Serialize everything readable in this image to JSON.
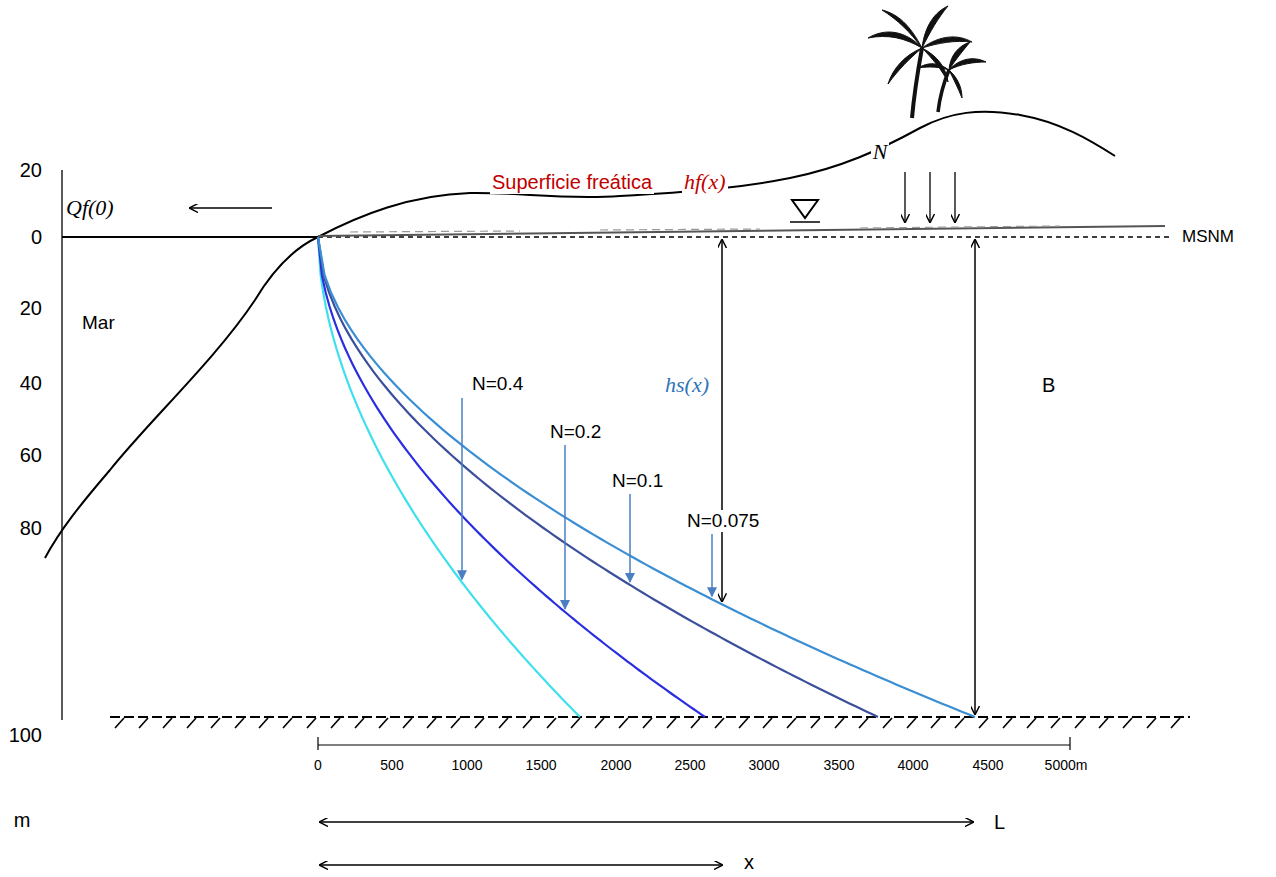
{
  "diagram": {
    "labels": [
      "20",
      "0",
      "20",
      "40",
      "60",
      "80",
      "100",
      "Qf(0)",
      "Mar",
      "Superficie freática",
      "hf(x)",
      "N",
      "MSNM",
      "N=0.4",
      "N=0.2",
      "N=0.1",
      "N=0.075",
      "hs(x)",
      "B",
      "0",
      "500",
      "1000",
      "1500",
      "2000",
      "2500",
      "3000",
      "3500",
      "4000",
      "4500",
      "5000m",
      "m",
      "L",
      "x"
    ]
  }
}
